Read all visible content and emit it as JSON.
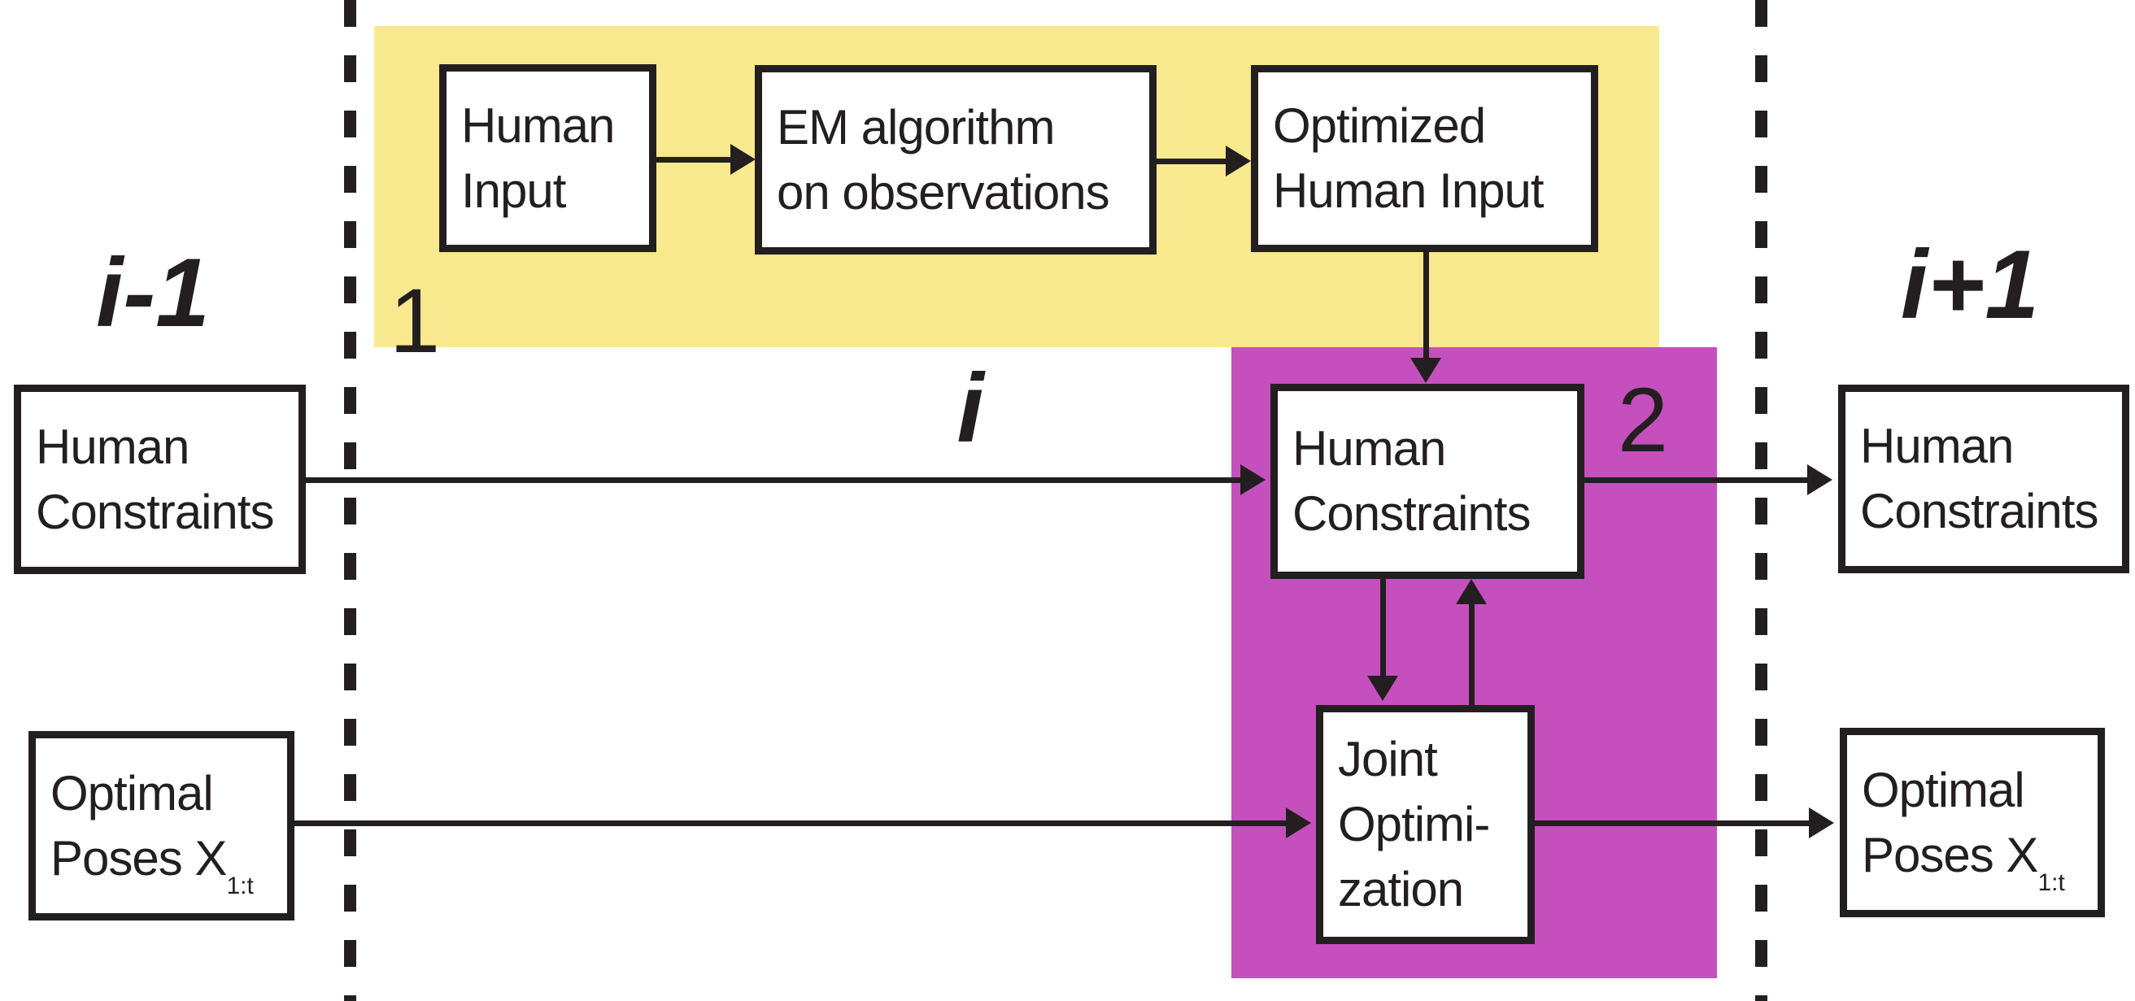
{
  "diagram": {
    "iteration_labels": {
      "previous": "i-1",
      "current": "i",
      "next": "i+1"
    },
    "stage_numbers": {
      "stage1": "1",
      "stage2": "2"
    }
  },
  "colors": {
    "stage1_bg": "#F8E98E",
    "stage2_bg": "#C550BD",
    "ink": "#231F20"
  },
  "boxes": {
    "human_input": {
      "line1": "Human",
      "line2": "Input"
    },
    "em_algorithm": {
      "line1": "EM algorithm",
      "line2": "on observations"
    },
    "optimized_human_input": {
      "line1": "Optimized",
      "line2": "Human Input"
    },
    "human_constraints_prev": {
      "line1": "Human",
      "line2": "Constraints"
    },
    "human_constraints_current": {
      "line1": "Human",
      "line2": "Constraints"
    },
    "human_constraints_next": {
      "line1": "Human",
      "line2": "Constraints"
    },
    "optimal_poses_prev": {
      "line1": "Optimal",
      "line2": "Poses X",
      "subscript": "1:t"
    },
    "optimal_poses_next": {
      "line1": "Optimal",
      "line2": "Poses X",
      "subscript": "1:t"
    },
    "joint_optimization": {
      "line1": "Joint",
      "line2": "Optimi-",
      "line3": "zation"
    }
  }
}
